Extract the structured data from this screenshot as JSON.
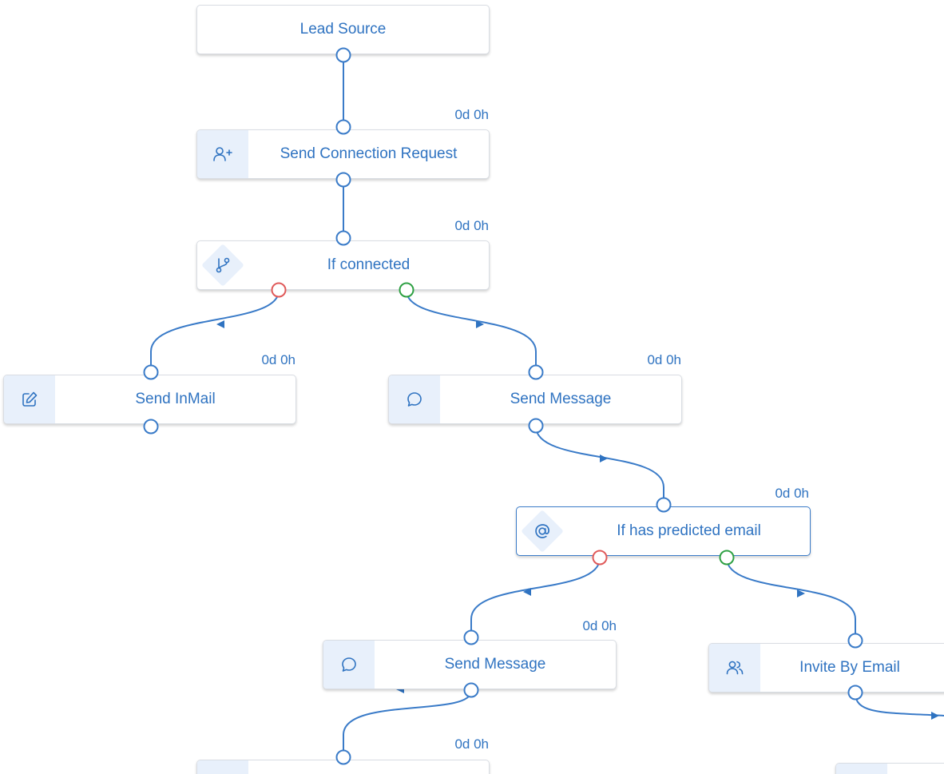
{
  "colors": {
    "accent": "#2f73c1",
    "line": "#3a7bc8",
    "icon_bg": "#e8f0fb",
    "port_no": "#e05a5a",
    "port_yes": "#2ea043"
  },
  "nodes": {
    "lead_source": {
      "label": "Lead Source"
    },
    "connection_request": {
      "label": "Send Connection Request",
      "delay": "0d 0h",
      "icon": "user-plus-icon"
    },
    "if_connected": {
      "label": "If connected",
      "delay": "0d 0h",
      "icon": "branch-icon"
    },
    "send_inmail": {
      "label": "Send InMail",
      "delay": "0d 0h",
      "icon": "edit-icon"
    },
    "send_message_1": {
      "label": "Send Message",
      "delay": "0d 0h",
      "icon": "chat-bubble-icon"
    },
    "if_predicted_email": {
      "label": "If has predicted email",
      "delay": "0d 0h",
      "icon": "at-sign-icon"
    },
    "send_message_2": {
      "label": "Send Message",
      "delay": "0d 0h",
      "icon": "chat-bubble-icon"
    },
    "invite_by_email": {
      "label": "Invite By Email",
      "icon": "users-icon"
    },
    "next_step_bottom": {
      "delay": "0d 0h"
    }
  }
}
